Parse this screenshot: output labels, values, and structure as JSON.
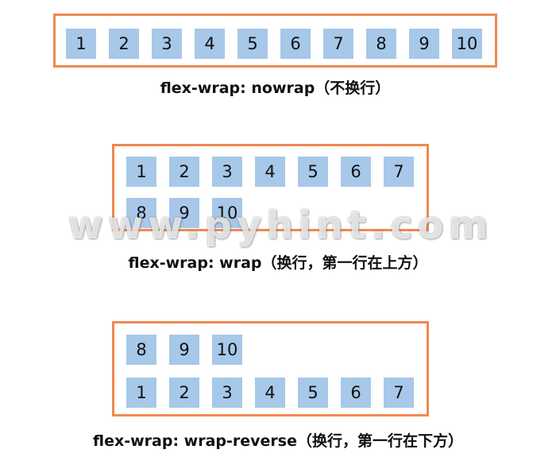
{
  "colors": {
    "border": "#f0884e",
    "item_fill": "#a7c8e9"
  },
  "watermark": "www.pyhint.com",
  "demos": [
    {
      "caption": "flex-wrap: nowrap（不换行）",
      "rows": [
        [
          "1",
          "2",
          "3",
          "4",
          "5",
          "6",
          "7",
          "8",
          "9",
          "10"
        ]
      ]
    },
    {
      "caption": "flex-wrap: wrap（换行，第一行在上方）",
      "rows": [
        [
          "1",
          "2",
          "3",
          "4",
          "5",
          "6",
          "7"
        ],
        [
          "8",
          "9",
          "10"
        ]
      ]
    },
    {
      "caption": "flex-wrap: wrap-reverse（换行，第一行在下方）",
      "rows": [
        [
          "8",
          "9",
          "10"
        ],
        [
          "1",
          "2",
          "3",
          "4",
          "5",
          "6",
          "7"
        ]
      ]
    }
  ]
}
